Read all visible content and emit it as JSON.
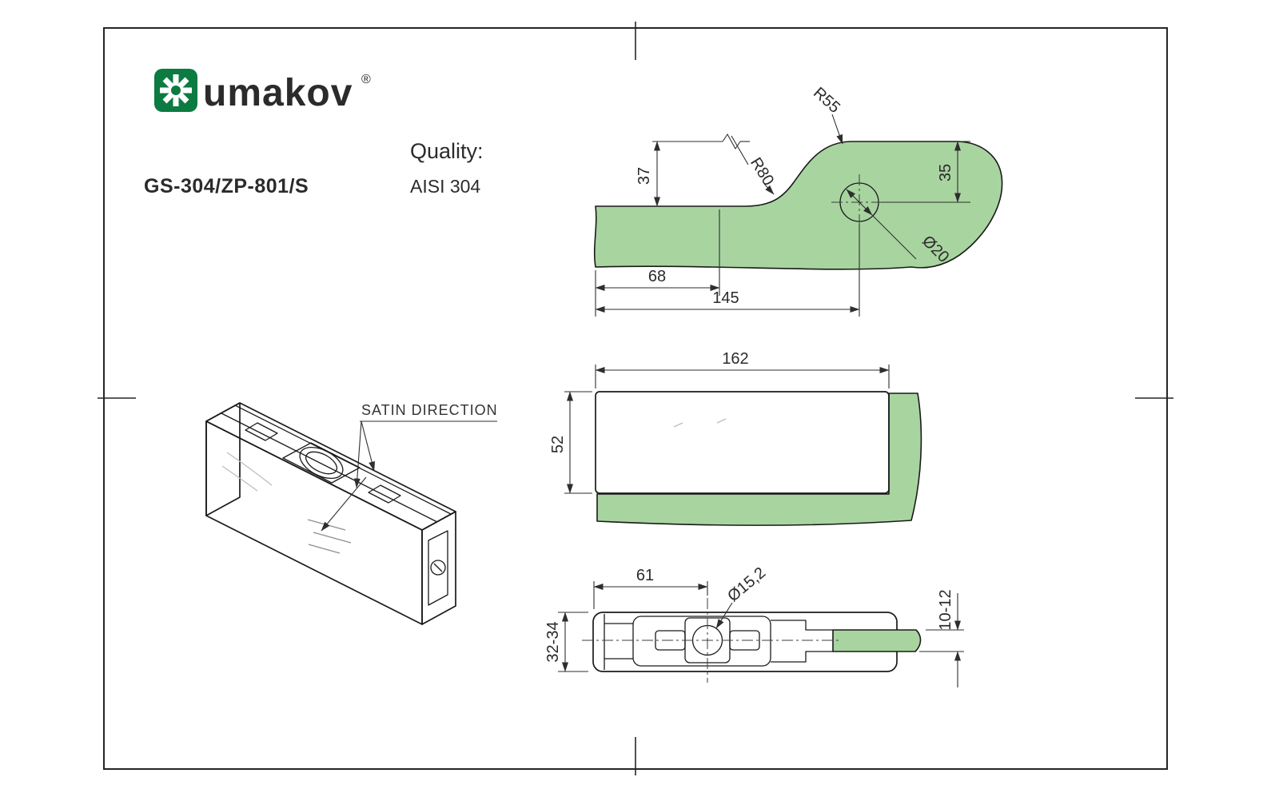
{
  "logo": {
    "brand": "umakov",
    "registered": "®"
  },
  "header": {
    "part_number": "GS-304/ZP-801/S",
    "quality_label": "Quality:",
    "quality_value": "AISI 304"
  },
  "colors": {
    "glass": "#A8D4A0",
    "logo_square": "#0B7B41",
    "logo_text": "#25553A"
  },
  "views": {
    "corner": {
      "d37": "37",
      "r55": "R55",
      "r80": "R80",
      "d35": "35",
      "dia20": "Ø20",
      "d68": "68",
      "d145": "145"
    },
    "plate": {
      "d162": "162",
      "d52": "52"
    },
    "iso": {
      "satin_label": "SATIN DIRECTION"
    },
    "top": {
      "d61": "61",
      "dia15": "Ø15,2",
      "d3234": "32-34",
      "d1012": "10-12"
    }
  }
}
